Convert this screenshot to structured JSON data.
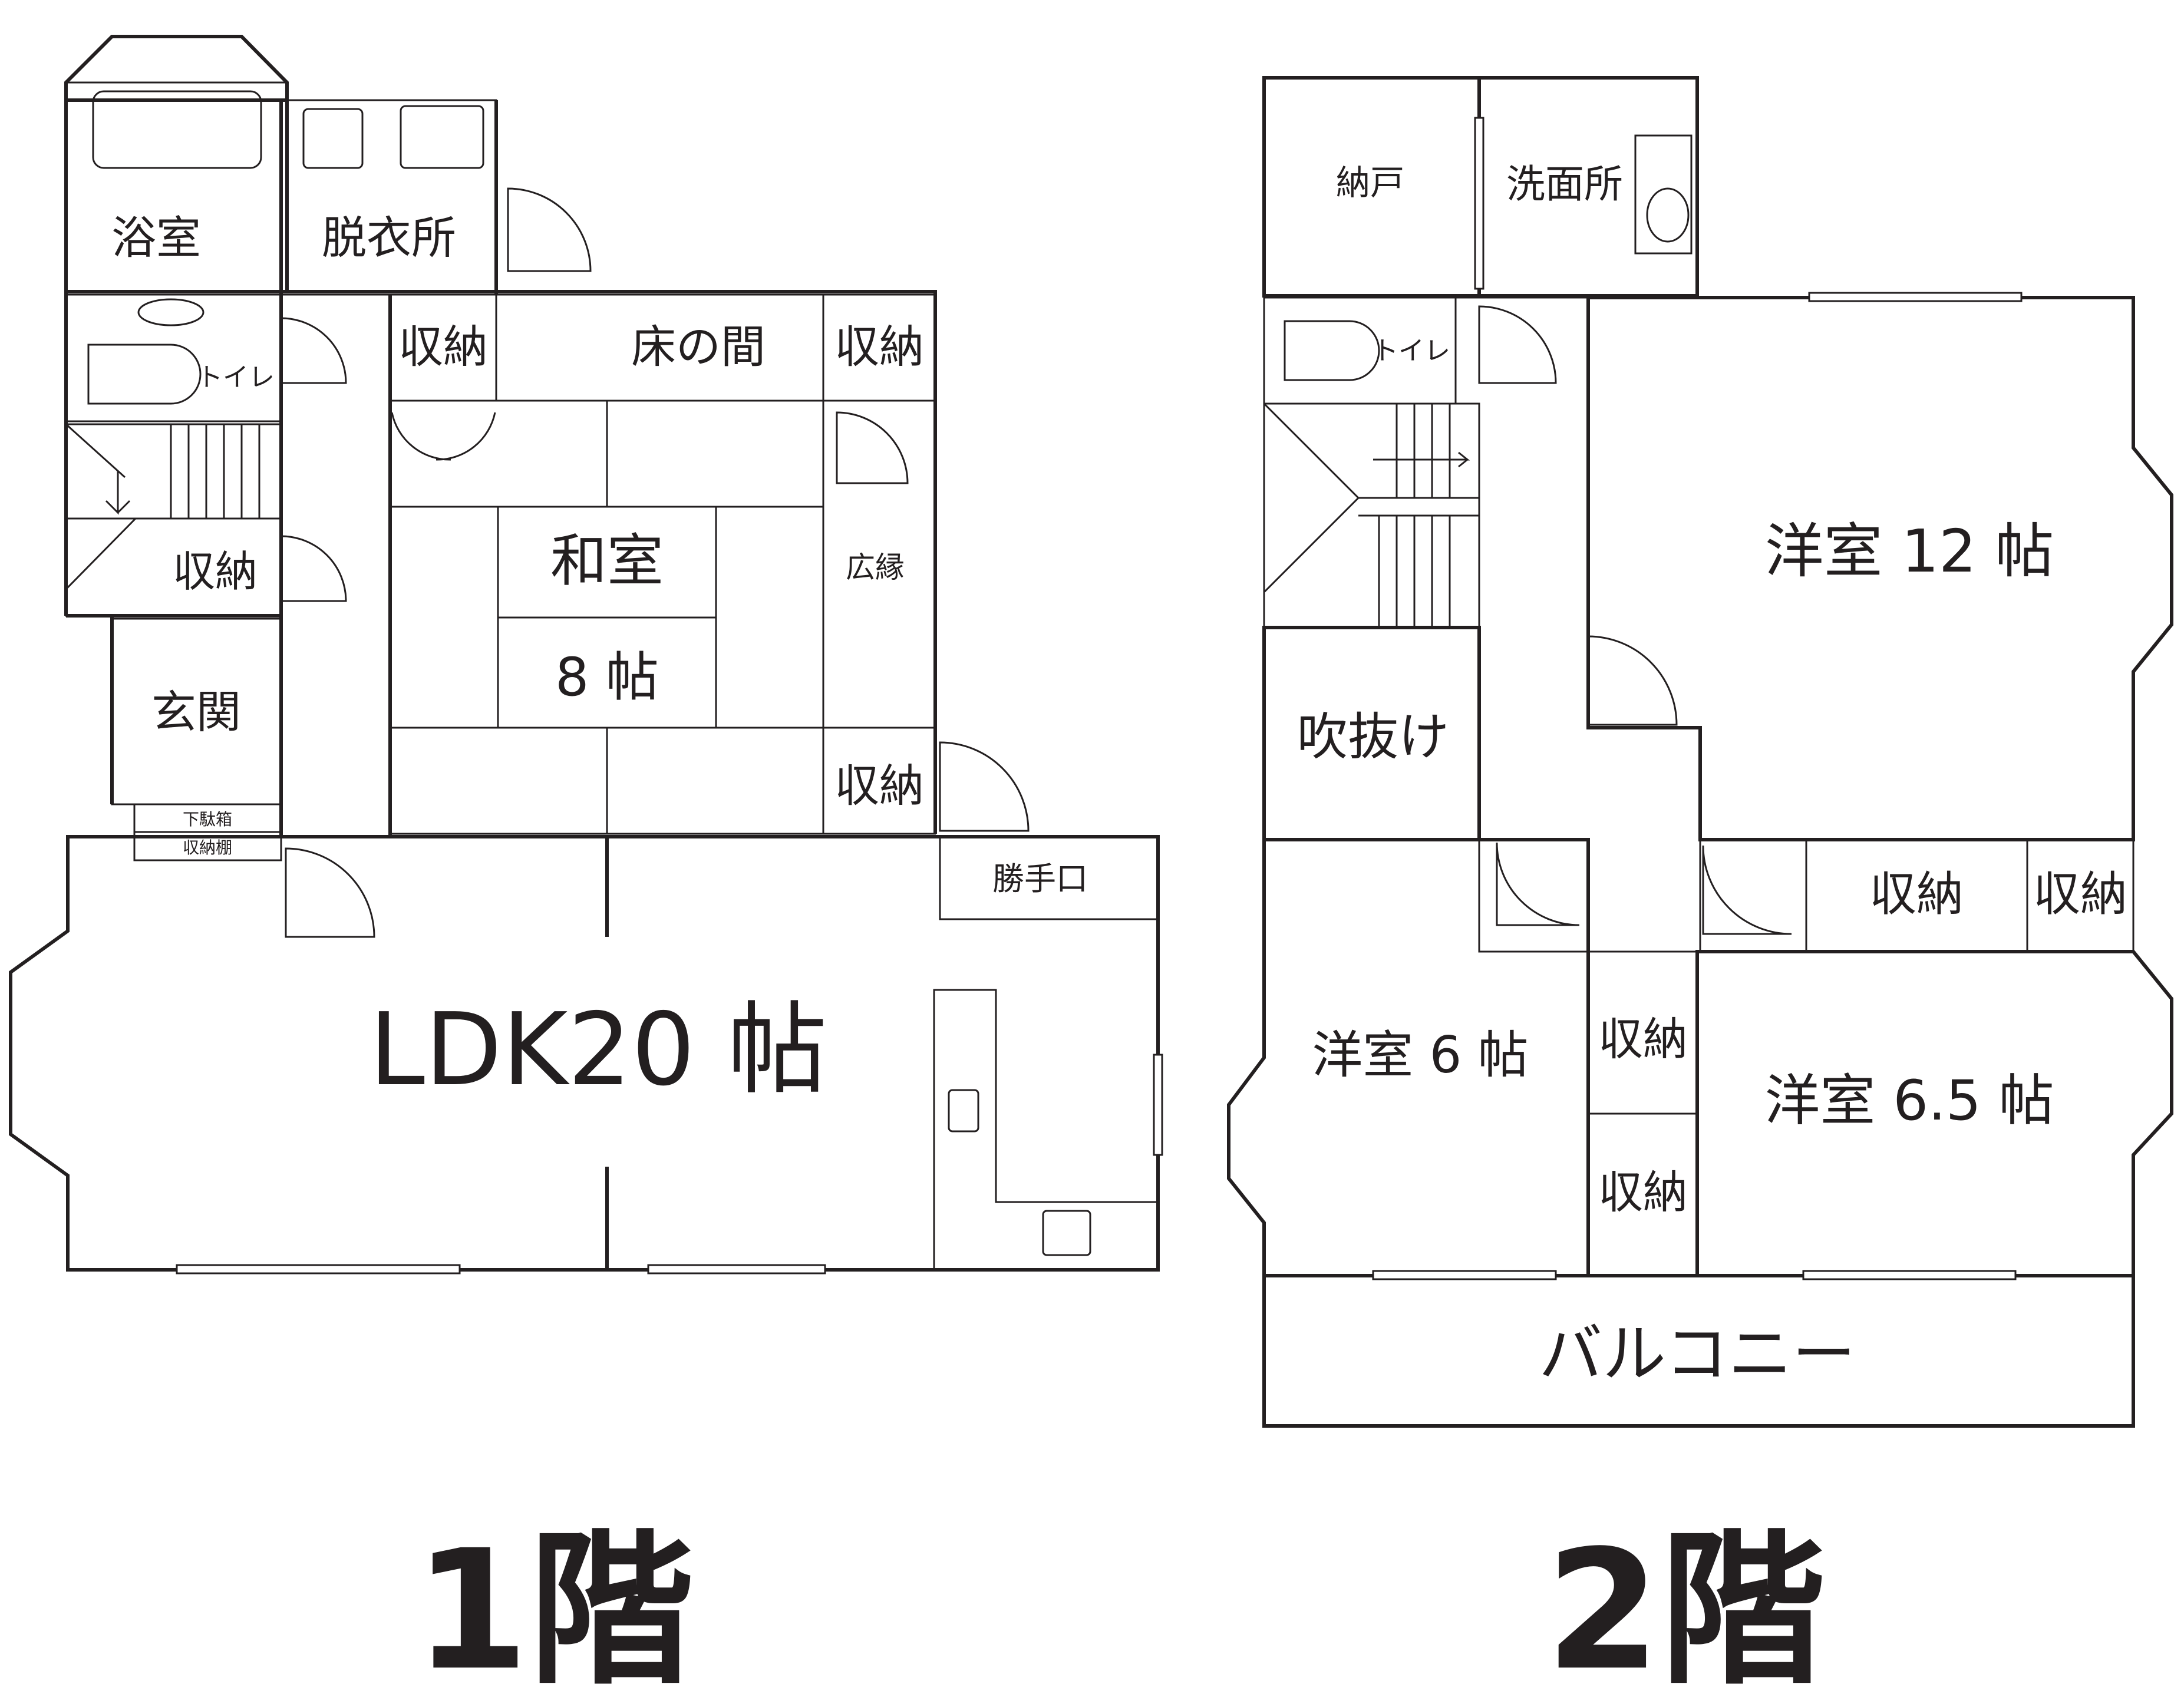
{
  "colors": {
    "storage": "#f7d6dc",
    "wet": "#dbe1ef",
    "tatami": "#e0f0e6",
    "room": "#ece5d4",
    "grey": "#e6e6e6",
    "white": "#ffffff",
    "line": "#231f20"
  },
  "floor1": {
    "title": "1階",
    "rooms": {
      "bath": "浴室",
      "dressing": "脱衣所",
      "toilet": "トイレ",
      "storage_stairs": "収納",
      "entrance": "玄関",
      "shoe_box_1": "下駄箱",
      "shoe_box_2": "収納棚",
      "storage_a": "収納",
      "tokonoma": "床の間",
      "storage_b": "収納",
      "washitsu": "和室",
      "washitsu_size": "8 帖",
      "hiroen": "広縁",
      "storage_c": "収納",
      "service_door": "勝手口",
      "ldk": "LDK20 帖"
    }
  },
  "floor2": {
    "title": "2階",
    "rooms": {
      "nando": "納戸",
      "washroom": "洗面所",
      "toilet": "トイレ",
      "atrium": "吹抜け",
      "room12": "洋室 12 帖",
      "room6": "洋室 6 帖",
      "storage_a": "収納",
      "storage_b": "収納",
      "storage_c": "収納",
      "storage_d": "収納",
      "room65": "洋室 6.5 帖",
      "balcony": "バルコニー"
    }
  }
}
